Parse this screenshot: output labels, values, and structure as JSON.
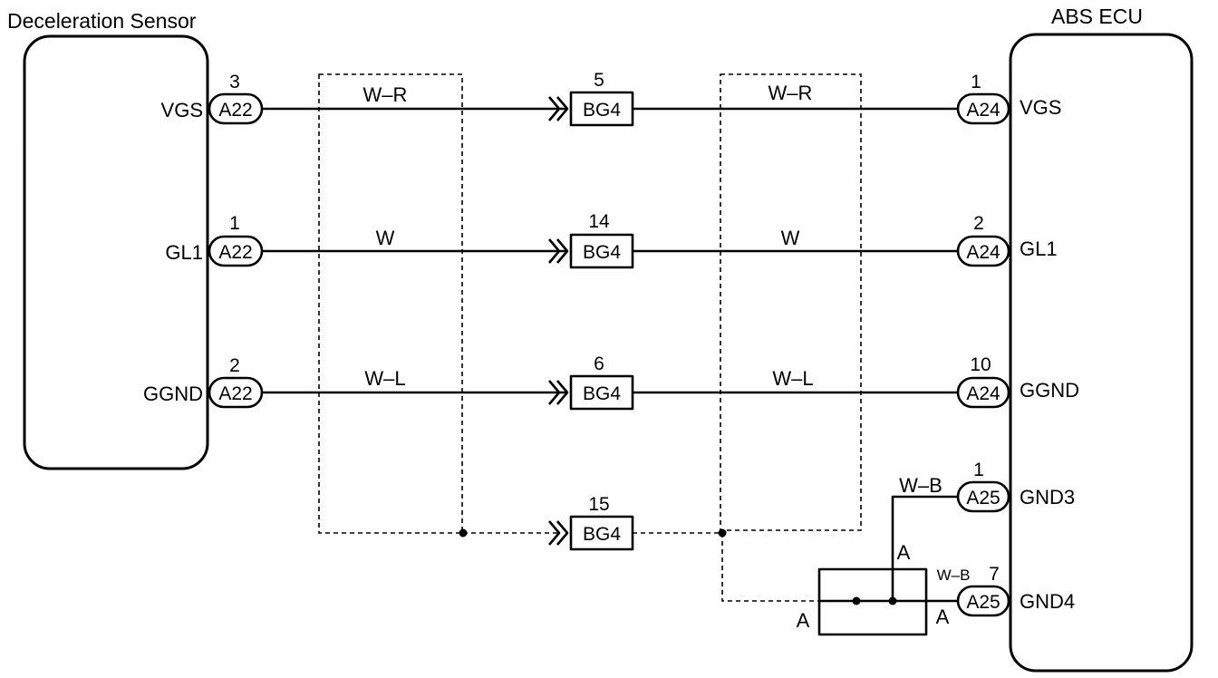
{
  "sensor": {
    "title": "Deceleration Sensor",
    "pins": [
      {
        "label": "VGS",
        "connector": "A22",
        "pin": "3"
      },
      {
        "label": "GL1",
        "connector": "A22",
        "pin": "1"
      },
      {
        "label": "GGND",
        "connector": "A22",
        "pin": "2"
      }
    ]
  },
  "harness_left": {
    "wires": [
      "W–R",
      "W",
      "W–L"
    ]
  },
  "junction_connector": {
    "pins": [
      {
        "connector": "BG4",
        "pin": "5"
      },
      {
        "connector": "BG4",
        "pin": "14"
      },
      {
        "connector": "BG4",
        "pin": "6"
      },
      {
        "connector": "BG4",
        "pin": "15"
      }
    ]
  },
  "harness_right": {
    "wires": [
      "W–R",
      "W",
      "W–L"
    ]
  },
  "ecu": {
    "title": "ABS ECU",
    "pins": [
      {
        "label": "VGS",
        "connector": "A24",
        "pin": "1"
      },
      {
        "label": "GL1",
        "connector": "A24",
        "pin": "2"
      },
      {
        "label": "GGND",
        "connector": "A24",
        "pin": "10"
      },
      {
        "label": "GND3",
        "connector": "A25",
        "pin": "1"
      },
      {
        "label": "GND4",
        "connector": "A25",
        "pin": "7"
      }
    ]
  },
  "ground": {
    "gnd3_wire": "W–B",
    "gnd4_wire": "W–B",
    "junction_labels": [
      "A",
      "A",
      "A"
    ]
  }
}
